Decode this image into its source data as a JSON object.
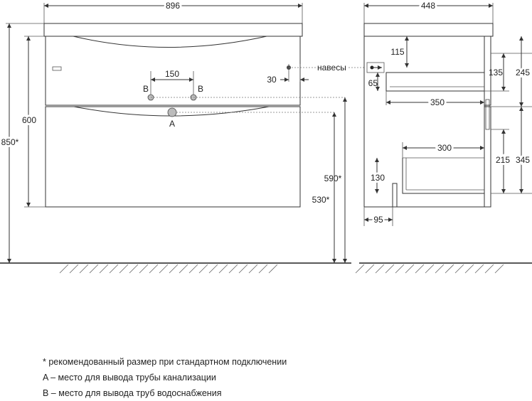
{
  "front": {
    "width": "896",
    "height_600": "600",
    "height_850": "850*",
    "pipe_spacing": "150",
    "offset_30": "30",
    "label_b_left": "B",
    "label_b_right": "B",
    "label_a": "A",
    "height_590": "590*",
    "height_530": "530*"
  },
  "side": {
    "depth": "448",
    "dim_115": "115",
    "hinges_label": "навесы",
    "dim_135": "135",
    "dim_245": "245",
    "dim_65": "65",
    "dim_350": "350",
    "dim_300": "300",
    "dim_215": "215",
    "dim_345": "345",
    "dim_130": "130",
    "dim_95": "95"
  },
  "notes": [
    "* рекомендованный размер при стандартном подключении",
    "A – место для вывода трубы канализации",
    "B – место для вывода труб водоснабжения"
  ]
}
